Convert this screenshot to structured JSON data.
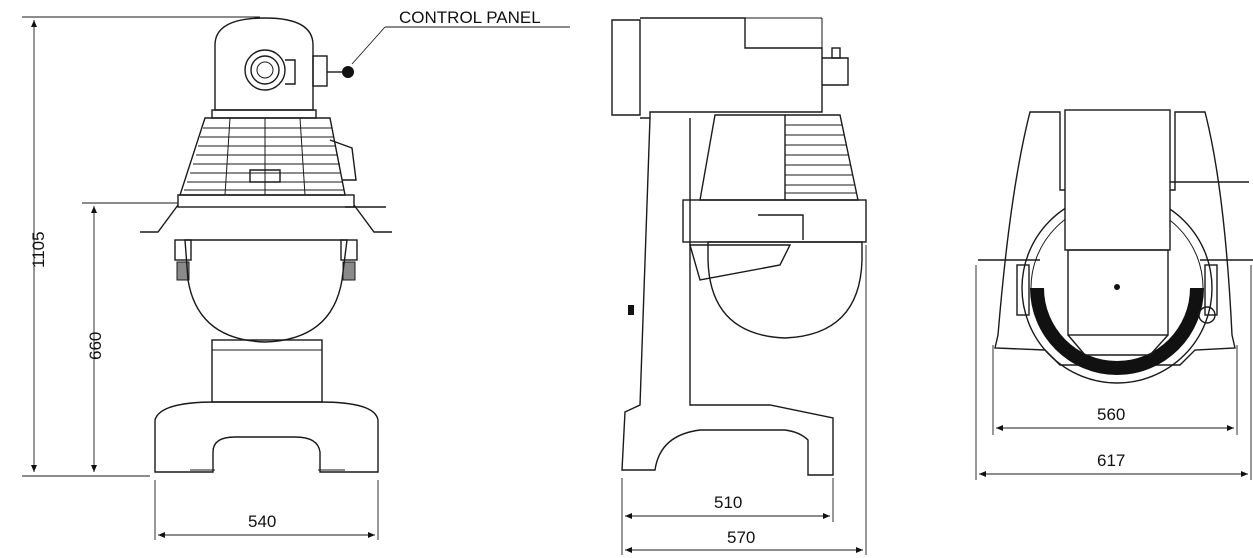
{
  "callout": {
    "control_panel": "CONTROL PANEL"
  },
  "front_view": {
    "height_total": "1105",
    "height_bowl": "660",
    "width": "540"
  },
  "side_view": {
    "width_base": "510",
    "width_total": "570"
  },
  "top_view": {
    "width_inner": "560",
    "width_total": "617"
  }
}
